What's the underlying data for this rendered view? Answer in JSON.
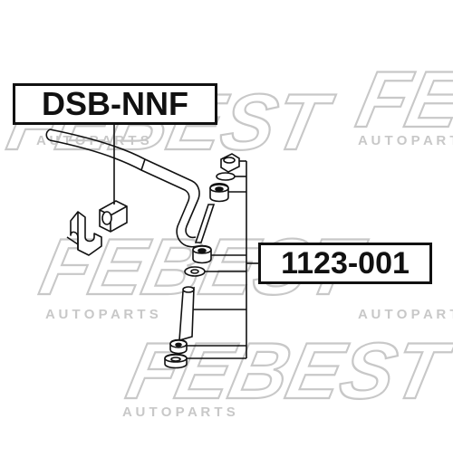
{
  "watermark": {
    "brand": "FEBEST",
    "subtitle": "A U T O   P A R T S",
    "color": "#c8c8c8"
  },
  "labels": {
    "bushing_part_number": "DSB-NNF",
    "link_kit_part_number": "1123-001"
  },
  "colors": {
    "line": "#111111",
    "background": "#ffffff"
  }
}
